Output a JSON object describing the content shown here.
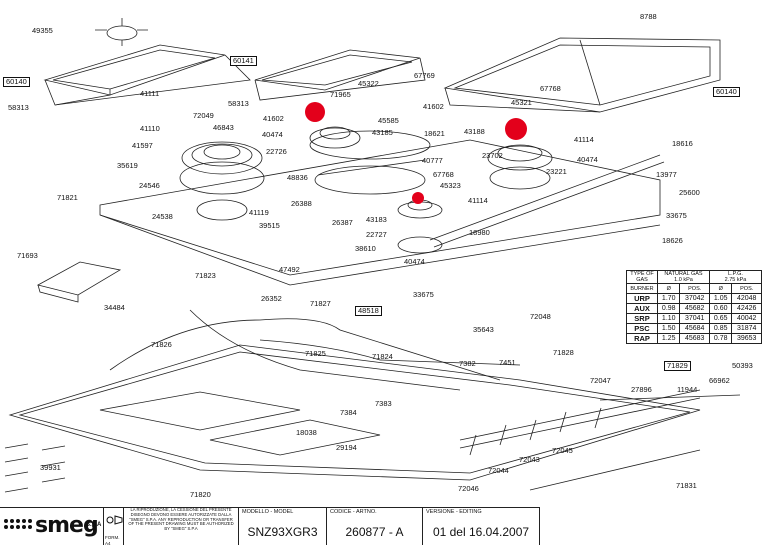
{
  "labels": [
    "49355",
    "8788",
    "60140",
    "58313",
    "60141",
    "58313",
    "67769",
    "45322",
    "71965",
    "41111",
    "72049",
    "41110",
    "46843",
    "41597",
    "41602",
    "40474",
    "43185",
    "45585",
    "41602",
    "18621",
    "45321",
    "67768",
    "43188",
    "41114",
    "18616",
    "40474",
    "23221",
    "22726",
    "23702",
    "35619",
    "24546",
    "48836",
    "40777",
    "13977",
    "26388",
    "67768",
    "45323",
    "25600",
    "71821",
    "24538",
    "41119",
    "39515",
    "26387",
    "43183",
    "41114",
    "33675",
    "22727",
    "18980",
    "18626",
    "38610",
    "40474",
    "71693",
    "71823",
    "47492",
    "33675",
    "26352",
    "71827",
    "48518",
    "72048",
    "34484",
    "35643",
    "71826",
    "71825",
    "71824",
    "7382",
    "7451",
    "71828",
    "71829",
    "50393",
    "72047",
    "27896",
    "11944",
    "66962",
    "7384",
    "7383",
    "18038",
    "29194",
    "39931",
    "72044",
    "72043",
    "72045",
    "72046",
    "71831",
    "71820"
  ],
  "boxed_labels": [
    "60140",
    "60141",
    "60140",
    "48518",
    "71829"
  ],
  "gas_table": {
    "header_type": "TYPE OF GAS",
    "header_natural": "NATURAL GAS",
    "header_natural_p": "1.0 kPa",
    "header_lpg": "L.P.G.",
    "header_lpg_p": "2.75 kPa",
    "col_burner": "BURNER",
    "col_d": "Ø",
    "col_pos": "POS.",
    "rows": [
      {
        "burner": "URP",
        "d1": "1.70",
        "p1": "37042",
        "d2": "1.05",
        "p2": "42048"
      },
      {
        "burner": "AUX",
        "d1": "0.98",
        "p1": "45682",
        "d2": "0.60",
        "p2": "42426"
      },
      {
        "burner": "SRP",
        "d1": "1.10",
        "p1": "37041",
        "d2": "0.65",
        "p2": "40042"
      },
      {
        "burner": "PSC",
        "d1": "1.50",
        "p1": "45684",
        "d2": "0.85",
        "p2": "31874"
      },
      {
        "burner": "RAP",
        "d1": "1.25",
        "p1": "45683",
        "d2": "0.78",
        "p2": "39653"
      }
    ]
  },
  "footer": {
    "brand": "smeg",
    "brand_suffix": "S.p.A",
    "form": "FORM. A4",
    "legal": "LA RIPRODUZIONE, LA CESSIONE DEL PRESENTE DISEGNO DEVONO ESSERE AUTORIZZATE DALLA \"SMEG\" S.P.A. ANY REPRODUCTION OR TRANSFER OF THE PRESENT DRAWING MUST BE AUTHORIZED BY \"SMEG\" S.P.A",
    "model_caption": "MODELLO - MODEL",
    "model": "SNZ93XGR3",
    "code_caption": "CODICE - ARTNO.",
    "code": "260877 - A",
    "version_caption": "VERSIONE - EDITING",
    "version": "01 del 16.04.2007"
  },
  "colors": {
    "highlight": "#e3001b",
    "line": "#222222"
  }
}
